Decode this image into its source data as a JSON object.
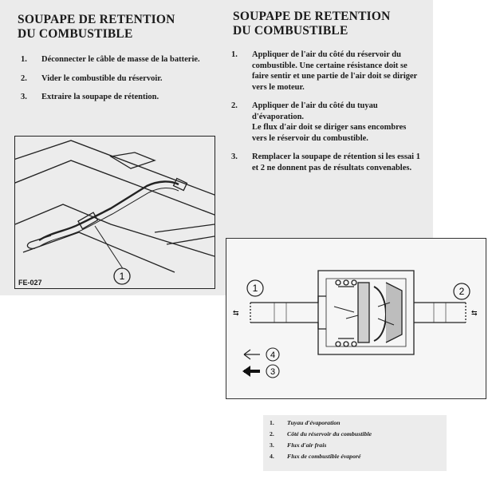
{
  "left": {
    "title_line1": "SOUPAPE DE RETENTION",
    "title_line2": "DU COMBUSTIBLE",
    "steps": [
      {
        "num": "1.",
        "text": "Déconnecter le câble de masse de la batterie."
      },
      {
        "num": "2.",
        "text": "Vider le combustible du réservoir."
      },
      {
        "num": "3.",
        "text": "Extraire la soupape de rétention."
      }
    ],
    "figure_callout": "1",
    "figure_code": "FE-027"
  },
  "right": {
    "title_line1": "SOUPAPE DE RETENTION",
    "title_line2": "DU COMBUSTIBLE",
    "steps": [
      {
        "num": "1.",
        "text": "Appliquer de l'air du côté du réservoir du combustible. Une certaine résistance doit se faire sentir et une partie de l'air doit se diriger vers le moteur."
      },
      {
        "num": "2.",
        "text": "Appliquer de l'air du côté du tuyau d'évaporation.",
        "extra": "Le flux d'air doit se diriger sans encombres vers le réservoir du combustible."
      },
      {
        "num": "3.",
        "text": "Remplacer la soupape de rétention si les essai 1 et 2 ne donnent pas de résultats convenables."
      }
    ]
  },
  "valve_figure": {
    "callout_left": "1",
    "callout_right": "2",
    "arrow_fresh_label": "4",
    "arrow_vapor_label": "3"
  },
  "legend": [
    {
      "num": "1.",
      "text": "Tuyau d'évaporation"
    },
    {
      "num": "2.",
      "text": "Côté du réservoir du combustible"
    },
    {
      "num": "3.",
      "text": "Flux d'air frais"
    },
    {
      "num": "4.",
      "text": "Flux de combustible évaporé"
    }
  ]
}
